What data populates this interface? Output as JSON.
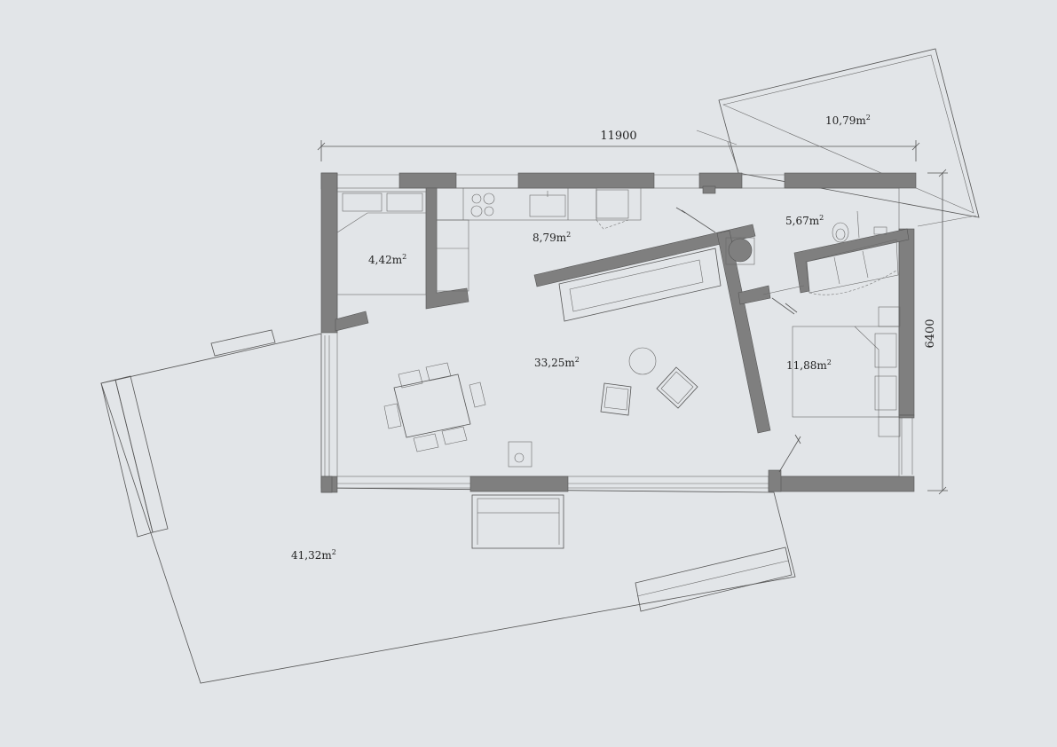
{
  "dimensions": {
    "width": "11900",
    "height": "6400"
  },
  "rooms": [
    {
      "id": "deck-north",
      "area": "10,79m",
      "unit_sup": "2"
    },
    {
      "id": "bath",
      "area": "5,67m",
      "unit_sup": "2"
    },
    {
      "id": "kitchen",
      "area": "8,79m",
      "unit_sup": "2"
    },
    {
      "id": "bedroom-small",
      "area": "4,42m",
      "unit_sup": "2"
    },
    {
      "id": "living",
      "area": "33,25m",
      "unit_sup": "2"
    },
    {
      "id": "bedroom",
      "area": "11,88m",
      "unit_sup": "2"
    },
    {
      "id": "terrace",
      "area": "41,32m",
      "unit_sup": "2"
    }
  ],
  "colors": {
    "background": "#e2e5e8",
    "wall": "#7f7f7f",
    "line": "#555555"
  }
}
